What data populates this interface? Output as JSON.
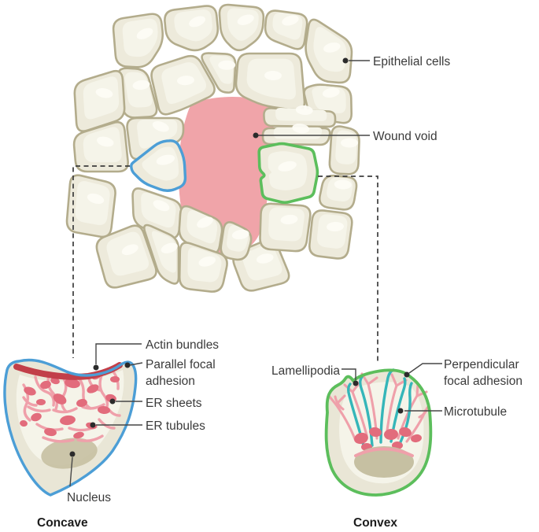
{
  "palette": {
    "background": "#ffffff",
    "cell_fill": "#edeadb",
    "cell_fill_light": "#f5f4e9",
    "cell_highlight": "#fdfcf5",
    "cell_stroke": "#b3ac8c",
    "detail_fill": "#e9e6d6",
    "wound_pink": "#f0a4a9",
    "concave_outline_blue": "#4c9ed6",
    "convex_outline_green": "#5cbe5c",
    "actin_red": "#c23f49",
    "er_pink": "#efa0aa",
    "er_sheet_pink": "#e26c7c",
    "microtubule_teal": "#35b6b9",
    "nucleus_tan": "#c6c0a2",
    "label_text": "#3a3a3a",
    "leader_line": "#474747",
    "dashed_line": "#3c3c3c"
  },
  "annotations": {
    "epithelial_cells": "Epithelial cells",
    "wound_void": "Wound void",
    "actin_bundles": "Actin bundles",
    "parallel_focal_adhesion": "Parallel focal adhesion",
    "er_sheets": "ER sheets",
    "er_tubules": "ER tubules",
    "nucleus": "Nucleus",
    "lamellipodia": "Lamellipodia",
    "perpendicular_focal_adhesion": "Perpendicular focal adhesion",
    "microtubule": "Microtubule"
  },
  "panel_titles": {
    "concave": "Concave",
    "convex": "Convex"
  }
}
